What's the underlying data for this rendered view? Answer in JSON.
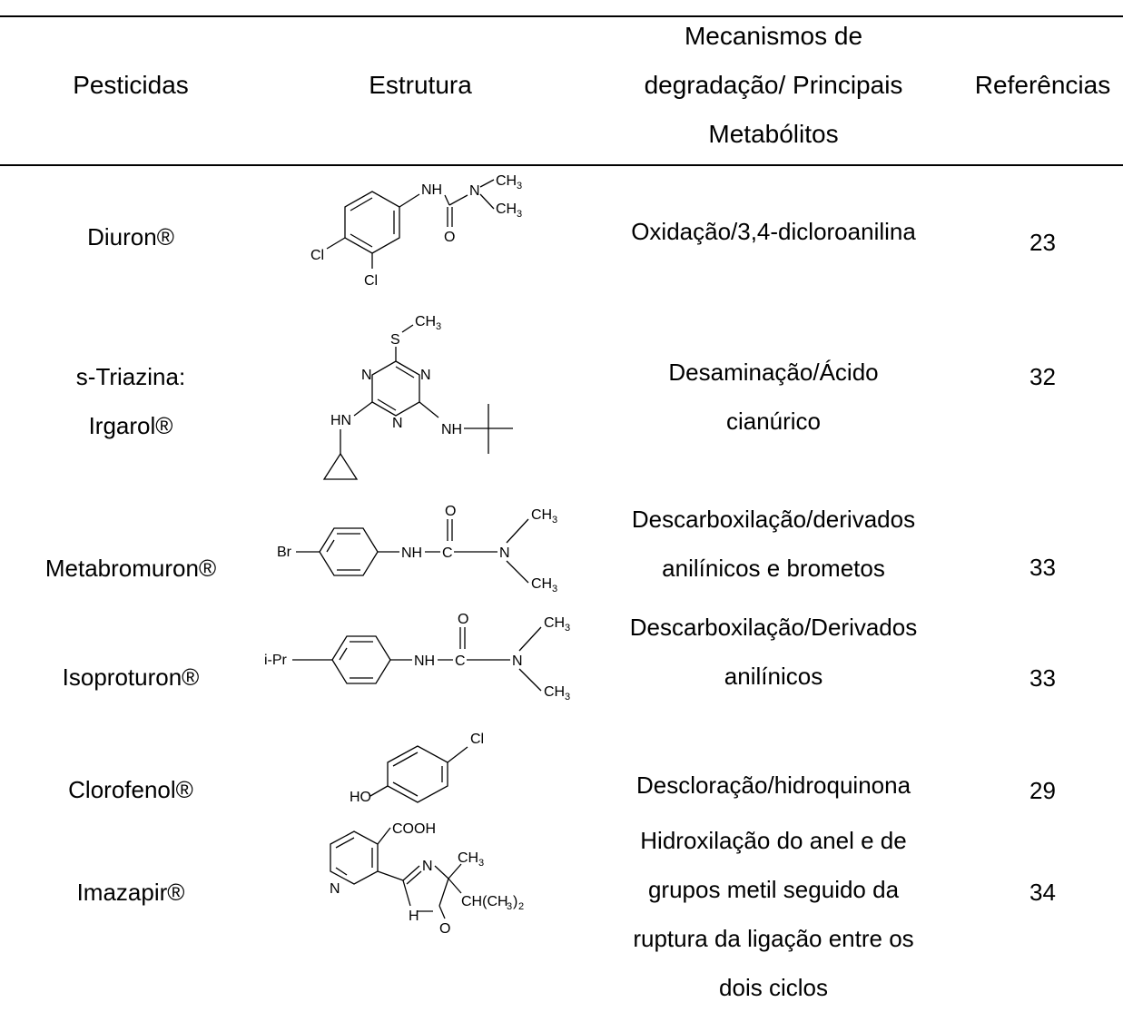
{
  "header": {
    "pesticidas": "Pesticidas",
    "estrutura": "Estrutura",
    "mecanismos_l1": "Mecanismos de",
    "mecanismos_l2": "degradação/ Principais",
    "mecanismos_l3": "Metabólitos",
    "referencias": "Referências"
  },
  "rows": [
    {
      "name_l1": "Diuron®",
      "mech_l1": "Oxidação/3,4-dicloroanilina",
      "ref": "23",
      "labels": {
        "nh": "NH",
        "n": "N",
        "ch3a": "CH",
        "ch3b": "CH",
        "o": "O",
        "cl1": "Cl",
        "cl2": "Cl",
        "sub3": "3"
      }
    },
    {
      "name_l1": "s-Triazina:",
      "name_l2": "Irgarol®",
      "mech_l1": "Desaminação/Ácido",
      "mech_l2": "cianúrico",
      "ref": "32",
      "labels": {
        "s": "S",
        "ch3": "CH",
        "n1": "N",
        "n2": "N",
        "n3": "N",
        "hn": "HN",
        "nh": "NH",
        "sub3": "3"
      }
    },
    {
      "name_l1": "Metabromuron®",
      "mech_l1": "Descarboxilação/derivados",
      "mech_l2": "anilínicos e brometos",
      "ref": "33",
      "labels": {
        "br": "Br",
        "nh": "NH",
        "c": "C",
        "n": "N",
        "o": "O",
        "ch3a": "CH",
        "ch3b": "CH",
        "sub3": "3"
      }
    },
    {
      "name_l1": "Isoproturon®",
      "mech_l1": "Descarboxilação/Derivados",
      "mech_l2": "anilínicos",
      "ref": "33",
      "labels": {
        "ipr": "i-Pr",
        "nh": "NH",
        "c": "C",
        "n": "N",
        "o": "O",
        "ch3a": "CH",
        "ch3b": "CH",
        "sub3": "3"
      }
    },
    {
      "name_l1": "Clorofenol®",
      "mech_l1": "Descloração/hidroquinona",
      "ref": "29",
      "labels": {
        "cl": "Cl",
        "ho": "HO"
      }
    },
    {
      "name_l1": "Imazapir®",
      "mech_l1": "Hidroxilação do anel e de",
      "mech_l2": "grupos metil seguido da",
      "mech_l3": "ruptura da ligação entre os",
      "mech_l4": "dois ciclos",
      "ref": "34",
      "labels": {
        "cooh": "COOH",
        "ch3": "CH",
        "n1": "N",
        "n2": "N",
        "h": "H",
        "o": "O",
        "chch32": "CH(CH",
        "chch32end": ")",
        "sub3": "3",
        "sub2": "2"
      }
    }
  ]
}
